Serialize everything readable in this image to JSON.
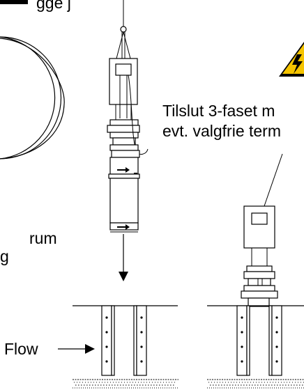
{
  "labels": {
    "top_fragment": "gge        j",
    "left_fragment_1": "rum",
    "left_fragment_2": "g",
    "right_text_1": "Tilslut 3-faset m",
    "right_text_2": "evt. valgfrie term",
    "flow": "Flow"
  },
  "colors": {
    "ink": "#000000",
    "warning_fill": "#f5c400",
    "background": "#ffffff"
  },
  "icons": [
    "warning-icon",
    "flow-arrow-icon",
    "down-arrow-icon"
  ]
}
